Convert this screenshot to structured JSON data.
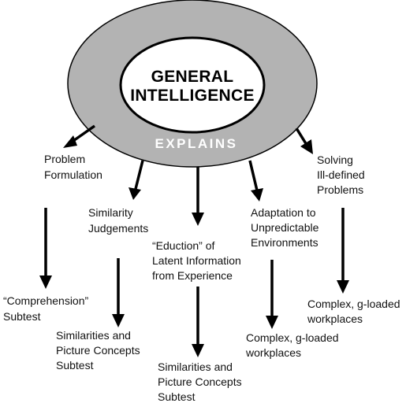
{
  "diagram": {
    "title_lines": [
      "GENERAL",
      "INTELLIGENCE"
    ],
    "ring_label": "EXPLAINS",
    "colors": {
      "ring": "#b3b3b3",
      "ring_stroke": "#000000",
      "center_fill": "#ffffff",
      "arrow": "#000000",
      "text": "#111111"
    },
    "branches": [
      {
        "label_lines": [
          "Problem",
          "Formulation"
        ],
        "outcome_lines": [
          "“Comprehension”",
          "Subtest"
        ]
      },
      {
        "label_lines": [
          "Similarity",
          "Judgements"
        ],
        "outcome_lines": [
          "Similarities and",
          "Picture Concepts",
          "Subtest"
        ]
      },
      {
        "label_lines": [
          "“Eduction” of",
          "Latent Information",
          "from Experience"
        ],
        "outcome_lines": [
          "Similarities and",
          "Picture Concepts",
          "Subtest"
        ]
      },
      {
        "label_lines": [
          "Adaptation to",
          "Unpredictable",
          "Environments"
        ],
        "outcome_lines": [
          "Complex, g-loaded",
          "workplaces"
        ]
      },
      {
        "label_lines": [
          "Solving",
          "Ill-defined",
          "Problems"
        ],
        "outcome_lines": [
          "Complex, g-loaded",
          "workplaces"
        ]
      }
    ]
  }
}
